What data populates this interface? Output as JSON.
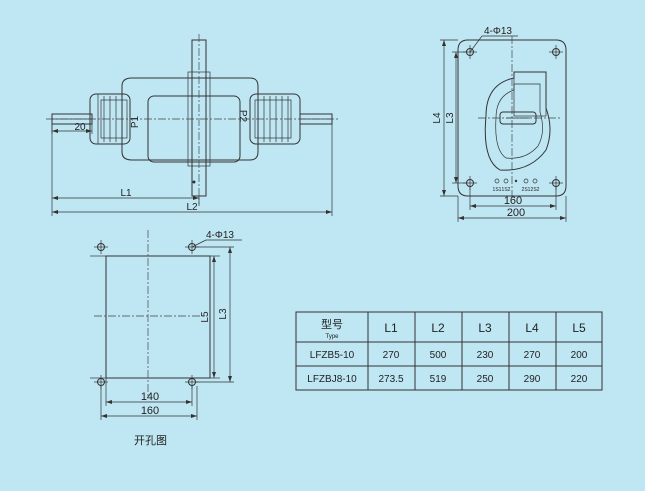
{
  "front_view": {
    "p1": "P1",
    "p2": "P2",
    "dim_20": "20",
    "dim_l1": "L1",
    "dim_l2": "L2"
  },
  "side_view": {
    "holes": "4-Φ13",
    "dim_l4": "L4",
    "dim_l3": "L3",
    "dim_160": "160",
    "dim_200": "200",
    "terminals": [
      "1S1",
      "1S2",
      "2S1",
      "2S2"
    ]
  },
  "cutout_view": {
    "holes": "4-Φ13",
    "dim_l5": "L5",
    "dim_l3": "L3",
    "dim_140": "140",
    "dim_160": "160",
    "caption": "开孔图"
  },
  "table": {
    "header_type_cn": "型号",
    "header_type_en": "Type",
    "columns": [
      "L1",
      "L2",
      "L3",
      "L4",
      "L5"
    ],
    "rows": [
      {
        "model": "LFZB5-10",
        "values": [
          "270",
          "500",
          "230",
          "270",
          "200"
        ]
      },
      {
        "model": "LFZBJ8-10",
        "values": [
          "273.5",
          "519",
          "250",
          "290",
          "220"
        ]
      }
    ]
  }
}
